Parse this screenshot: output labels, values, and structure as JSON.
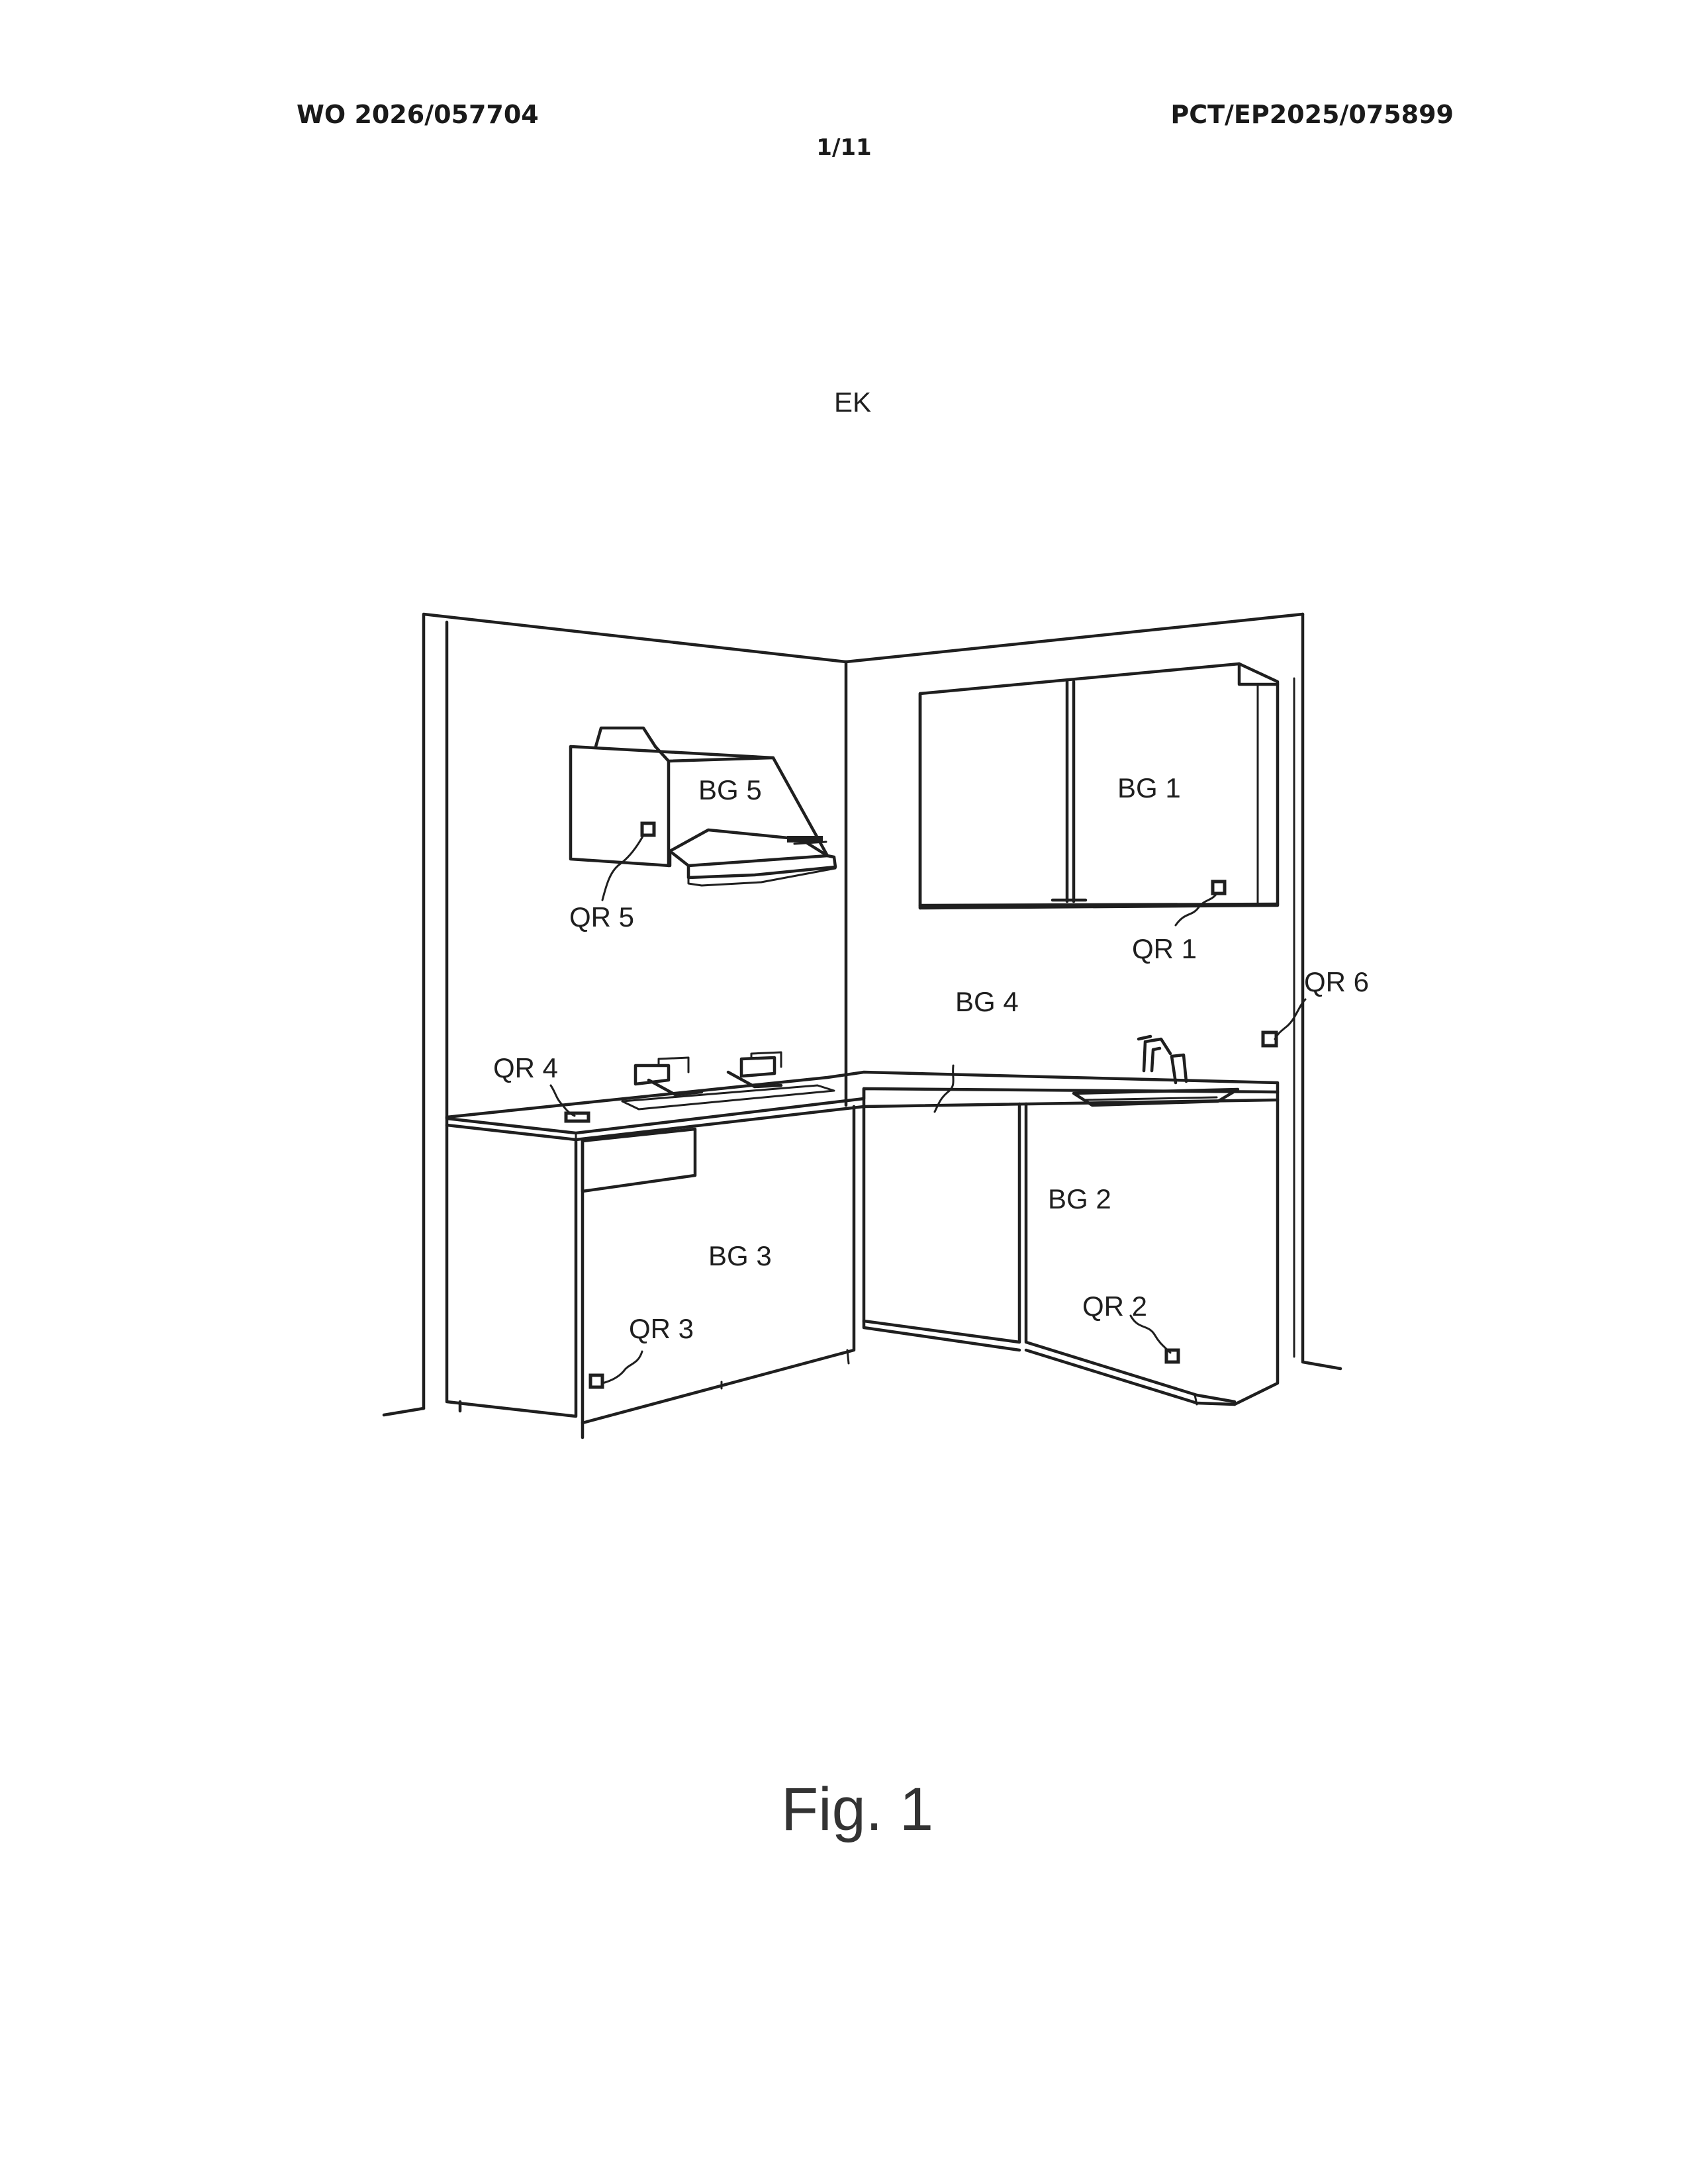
{
  "header": {
    "publication_number": "WO 2026/057704",
    "application_number": "PCT/EP2025/075899",
    "sheet": "1/11"
  },
  "figure": {
    "caption": "Fig. 1",
    "labels": {
      "kitchen": "EK",
      "bg1": "BG 1",
      "bg2": "BG 2",
      "bg3": "BG 3",
      "bg4": "BG 4",
      "bg5": "BG 5",
      "qr1": "QR 1",
      "qr2": "QR 2",
      "qr3": "QR 3",
      "qr4": "QR 4",
      "qr5": "QR 5",
      "qr6": "QR 6"
    }
  }
}
